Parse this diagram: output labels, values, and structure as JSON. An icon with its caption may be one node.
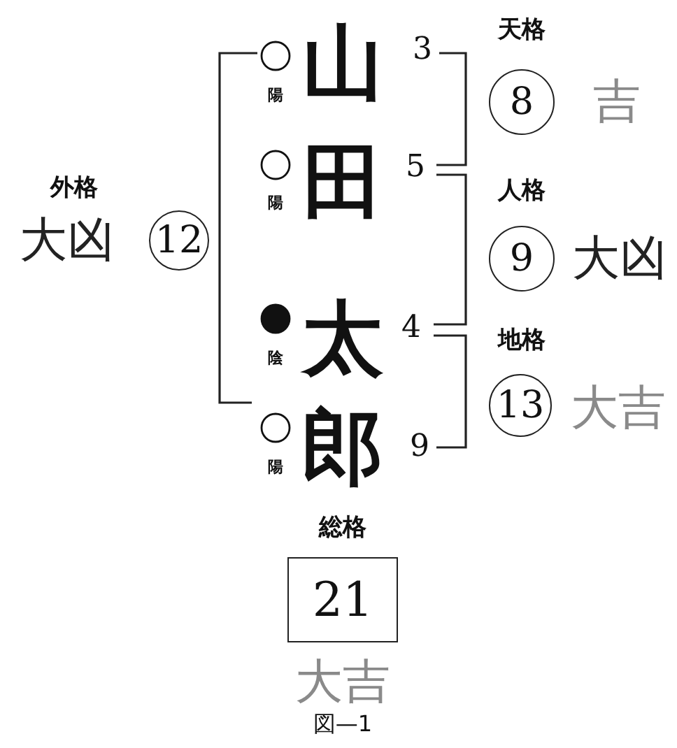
{
  "diagram": {
    "caption": "図—1",
    "nodes": [
      {
        "text": [
          "天格",
          "8"
        ],
        "beside": [
          "吉"
        ]
      },
      {
        "text": [
          "人格",
          "9"
        ],
        "beside": [
          "大凶"
        ]
      },
      {
        "text": [
          "外格",
          "12"
        ],
        "beside": [
          "大凶"
        ]
      },
      {
        "text": [
          "地格",
          "13"
        ],
        "beside": [
          "大吉"
        ]
      },
      {
        "text": [
          "総格",
          "21"
        ],
        "beside": [
          "大吉"
        ]
      }
    ],
    "labels": [
      "山",
      "3",
      "陽",
      "田",
      "5",
      "陽",
      "太",
      "4",
      "陰",
      "郎",
      "9",
      "陽"
    ]
  }
}
